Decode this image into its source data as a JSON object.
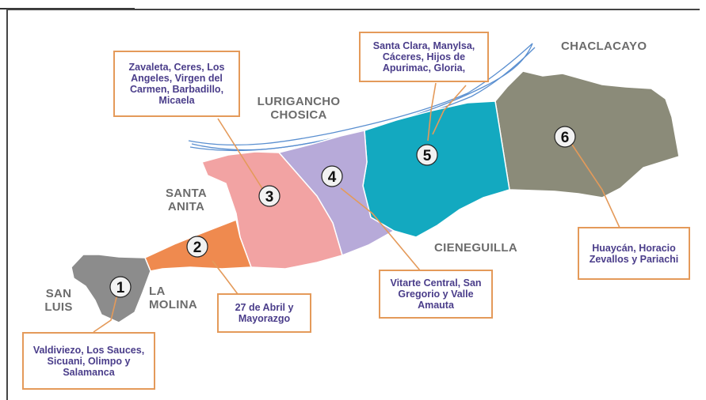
{
  "districts": [
    {
      "number": "1",
      "color": "#8c8c8c",
      "zone": "Valdiviezo, Los Sauces, Sicuani, Olimpo y Salamanca"
    },
    {
      "number": "2",
      "color": "#ef8a4f",
      "zone": "27 de Abril y Mayorazgo"
    },
    {
      "number": "3",
      "color": "#f2a3a3",
      "zone": "Zavaleta, Ceres, Los Angeles, Virgen del Carmen, Barbadillo, Micaela"
    },
    {
      "number": "4",
      "color": "#b7aad9",
      "zone": "Vitarte Central, San Gregorio y Valle Amauta"
    },
    {
      "number": "5",
      "color": "#13a9c0",
      "zone": "Santa Clara, Manylsa, Cáceres, Hijos de Apurimac, Gloria,"
    },
    {
      "number": "6",
      "color": "#8b8b79",
      "zone": "Huaycán, Horacio Zevallos y Pariachi"
    }
  ],
  "neighbors": {
    "chaclacayo": "CHACLACAYO",
    "lurigancho": "LURIGANCHO CHOSICA",
    "santa_anita": "SANTA ANITA",
    "cieneguilla": "CIENEGUILLA",
    "san_luis": "SAN LUIS",
    "la_molina": "LA MOLINA"
  },
  "colors": {
    "label_border": "#e49a5a",
    "label_text": "#4a3d8a",
    "neighbor_text": "#6c6c6c",
    "river": "#5a8fd0"
  }
}
